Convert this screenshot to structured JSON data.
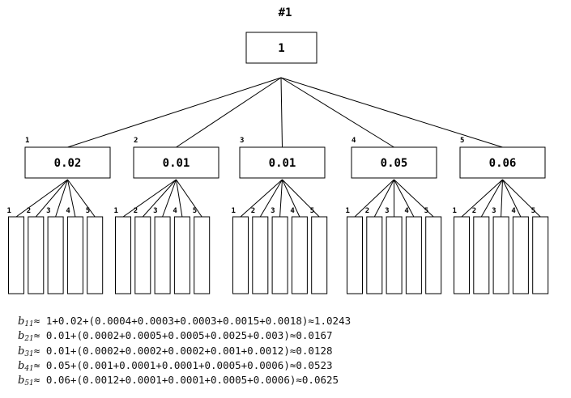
{
  "title": "#1",
  "root": {
    "label": "1"
  },
  "branches": [
    {
      "index": "1",
      "value": "0.02",
      "leaf_indices": [
        "1",
        "2",
        "3",
        "4",
        "5"
      ]
    },
    {
      "index": "2",
      "value": "0.01",
      "leaf_indices": [
        "1",
        "2",
        "3",
        "4",
        "5"
      ]
    },
    {
      "index": "3",
      "value": "0.01",
      "leaf_indices": [
        "1",
        "2",
        "3",
        "4",
        "5"
      ]
    },
    {
      "index": "4",
      "value": "0.05",
      "leaf_indices": [
        "1",
        "2",
        "3",
        "4",
        "5"
      ]
    },
    {
      "index": "5",
      "value": "0.06",
      "leaf_indices": [
        "1",
        "2",
        "3",
        "4",
        "5"
      ]
    }
  ],
  "formulas": [
    {
      "symbol": "b",
      "subscript": "11",
      "expr": "≈ 1+0.02+(0.0004+0.0003+0.0003+0.0015+0.0018)≈1.0243"
    },
    {
      "symbol": "b",
      "subscript": "21",
      "expr": "≈ 0.01+(0.0002+0.0005+0.0005+0.0025+0.003)≈0.0167"
    },
    {
      "symbol": "b",
      "subscript": "31",
      "expr": "≈ 0.01+(0.0002+0.0002+0.0002+0.001+0.0012)≈0.0128"
    },
    {
      "symbol": "b",
      "subscript": "41",
      "expr": "≈ 0.05+(0.001+0.0001+0.0001+0.0005+0.0006)≈0.0523"
    },
    {
      "symbol": "b",
      "subscript": "51",
      "expr": "≈ 0.06+(0.0012+0.0001+0.0001+0.0005+0.0006)≈0.0625"
    }
  ]
}
